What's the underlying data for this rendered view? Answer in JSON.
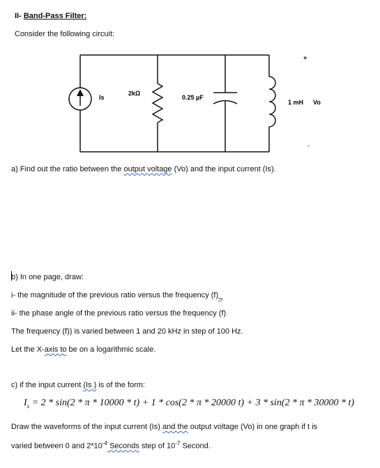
{
  "doc": {
    "section_num": "II-",
    "section_title": "Band-Pass Filter:",
    "intro": "Consider the following circuit:",
    "circuit": {
      "source_label": "Is",
      "resistor_label": "2kΩ",
      "capacitor_label": "0.25 µF",
      "inductor_label": "1 mH",
      "output_label": "Vo",
      "plus_sign": "+",
      "minus_sign": "-"
    },
    "part_a": {
      "pre": "a) Find out the ratio between the ",
      "link": "output  voltage",
      "post": " (Vo) and the input current (Is)."
    },
    "part_b": {
      "heading": "b) In one page,  draw:",
      "item_i_pre": "i- the magnitude of the previous ratio versus the frequency (f)",
      "item_i_mark": "_",
      "item_ii": "ii- the phase angle of the previous ratio versus the frequency (f)",
      "freq_line": "The frequency (f)) is varied between 1 and 20 kHz in step of 100 Hz.",
      "xaxis_pre": "Let the X-",
      "xaxis_link": "axis  to",
      "xaxis_post": " be on a logarithmic scale."
    },
    "part_c": {
      "pre": "c)  if the input current ",
      "link": "(Is )",
      "post": " is of the form:",
      "formula_lhs": "I",
      "formula_sub": "s",
      "formula_rhs": " = 2 * sin(2 * π * 10000 * t) + 1 * cos(2 * π * 20000 t) + 3 * sin(2 * π * 30000 * t)",
      "draw_pre": "Draw the waveforms of the input current (Is) ",
      "draw_link": "and  the",
      "draw_post": " output voltage (Vo) in one graph if t is",
      "range_pre": "varied between 0 and 2*10",
      "range_exp": "-4",
      "range_link": " Seconds",
      "range_mid": " step of  10",
      "range_exp2": "-7",
      "range_post": " Second."
    }
  }
}
